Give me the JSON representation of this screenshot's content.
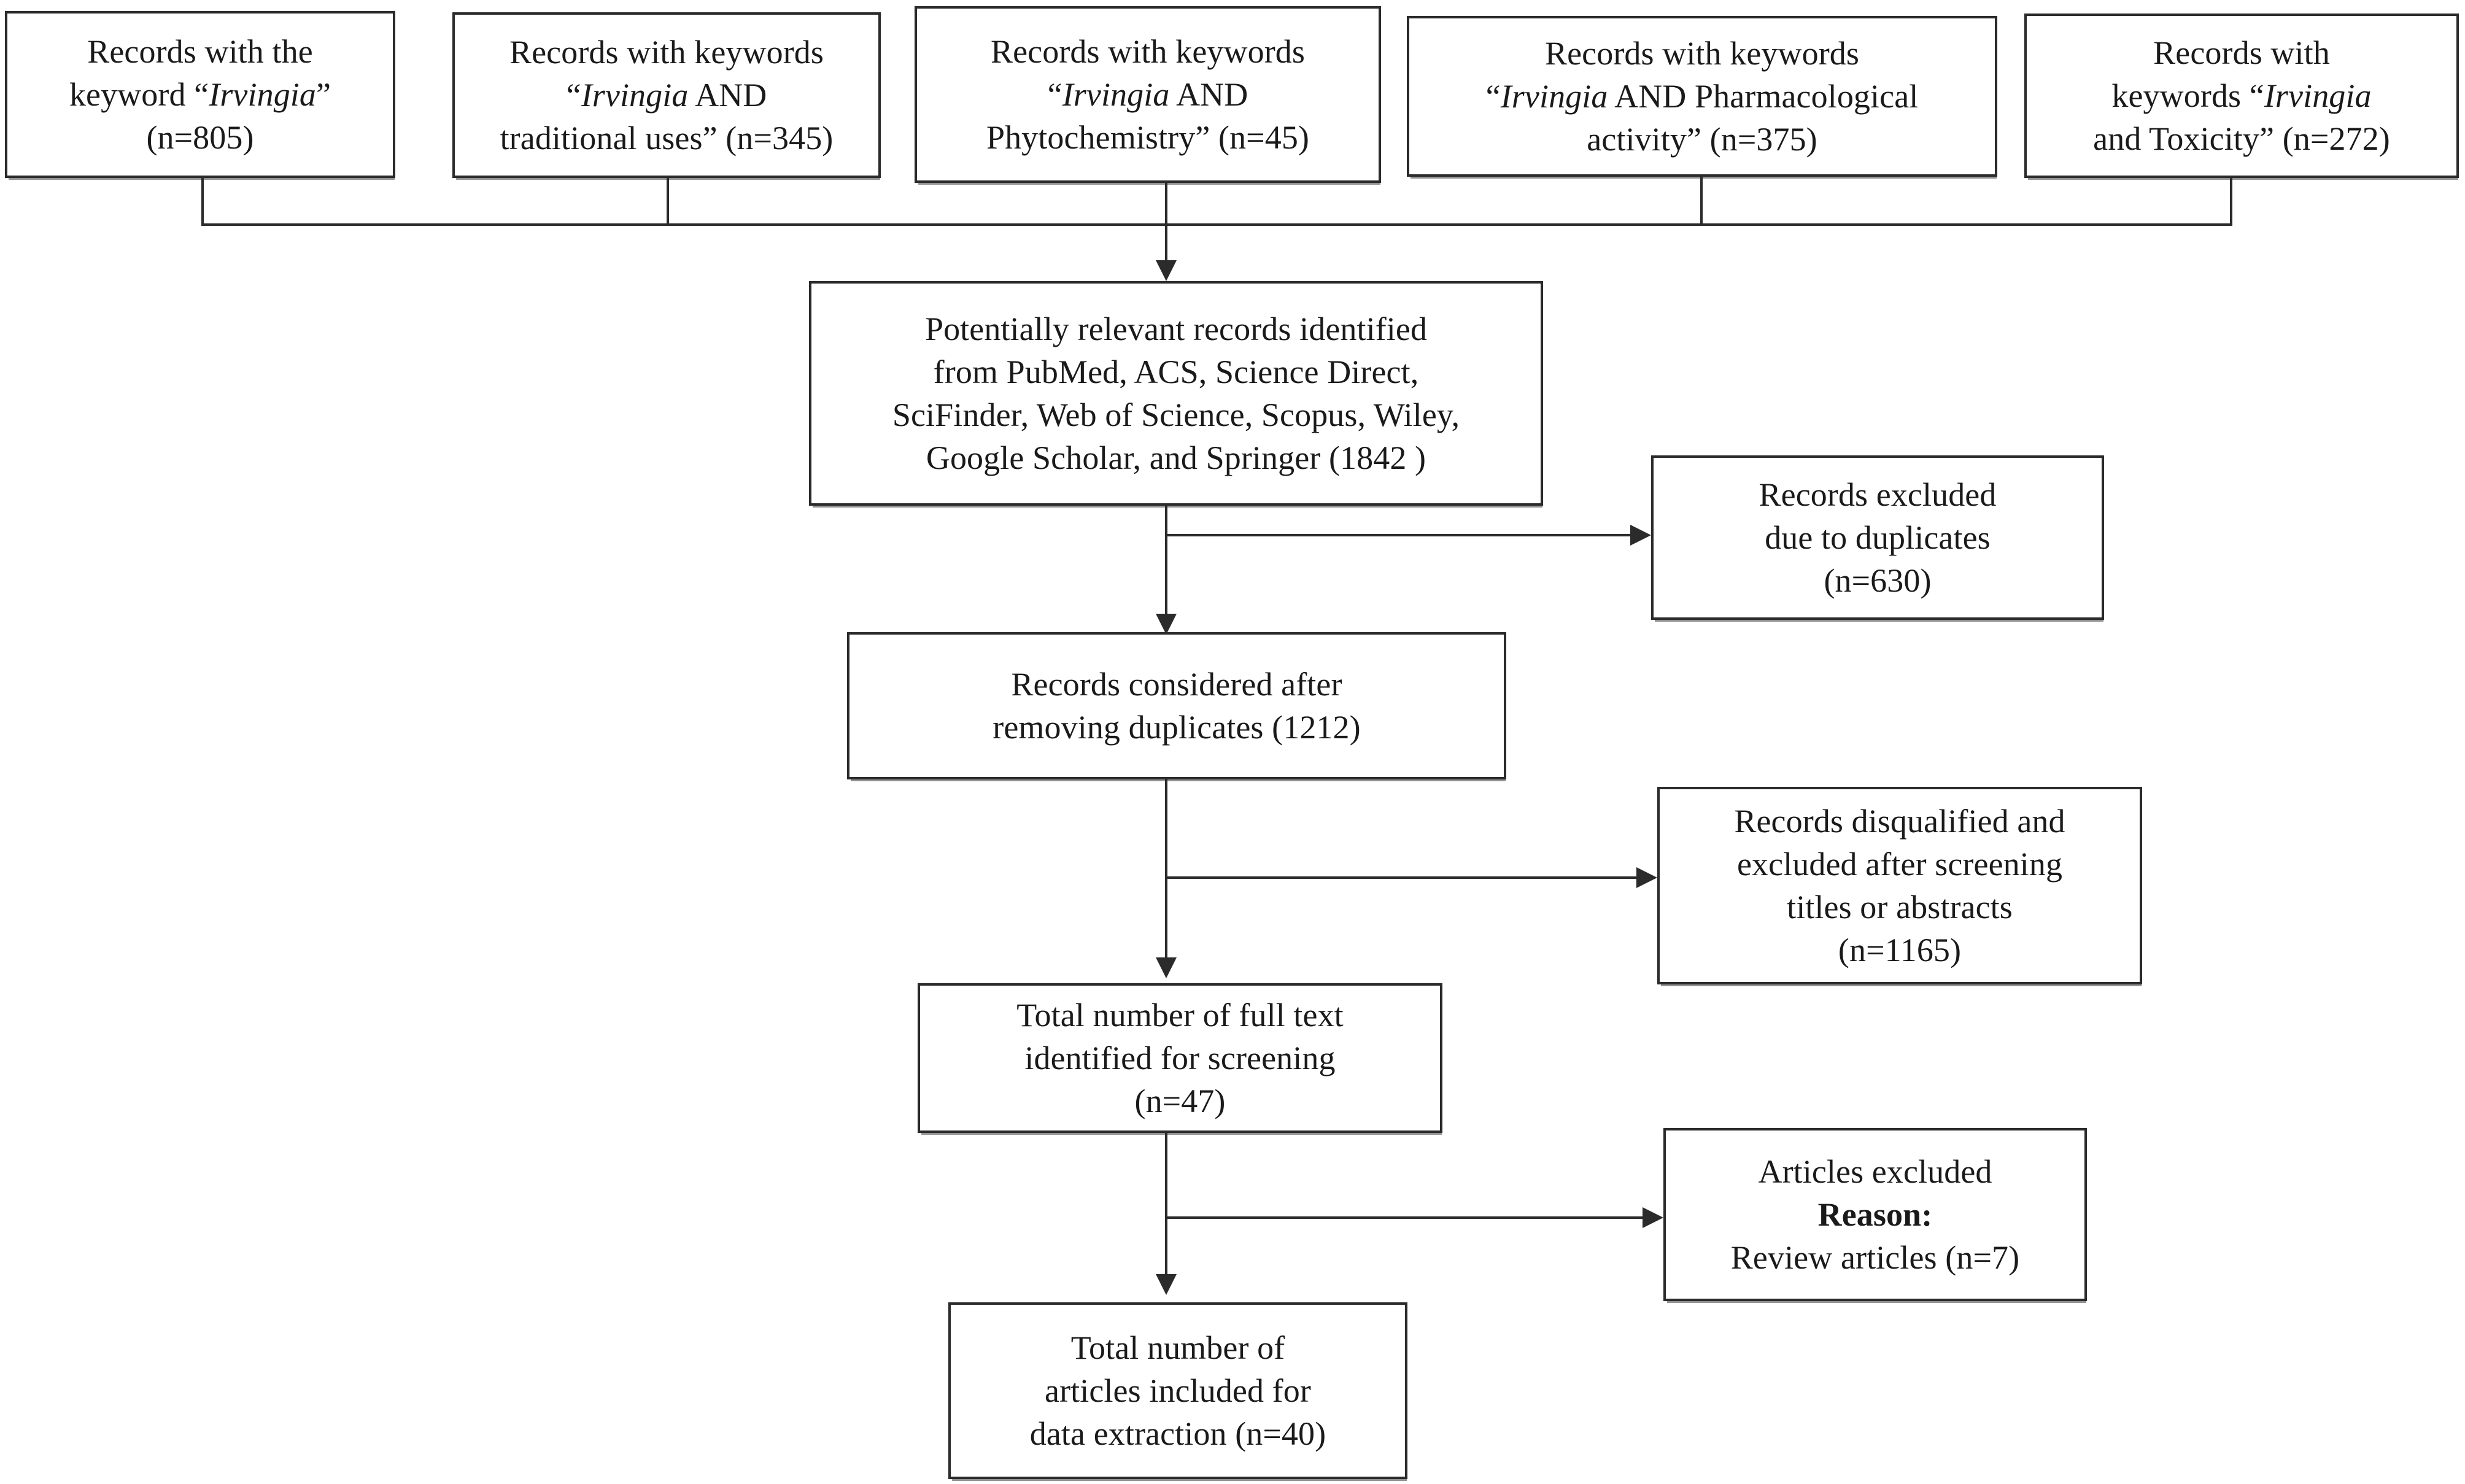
{
  "diagram": {
    "type": "prisma-flow-diagram",
    "title": "Literature search and screening flow for Irvingia",
    "line_color": "#2b2b2b",
    "background_color": "#ffffff",
    "text_color": "#1a1a1a"
  },
  "sources": [
    {
      "id": "source-irvingia",
      "line1": "Records with the",
      "line2_pre": "keyword “",
      "line2_italic": "Irvingia",
      "line2_post": "”",
      "line3": "(n=805)",
      "count": 805,
      "plain": "Records with the keyword “Irvingia” (n=805)"
    },
    {
      "id": "source-traditional-uses",
      "line1": "Records with keywords",
      "line2_pre": "“",
      "line2_italic": "Irvingia",
      "line2_post": " AND",
      "line3": "traditional uses” (n=345)",
      "count": 345,
      "plain": "Records with keywords “Irvingia AND traditional uses” (n=345)"
    },
    {
      "id": "source-phytochemistry",
      "line1": "Records with keywords",
      "line2_pre": "“",
      "line2_italic": "Irvingia",
      "line2_post": " AND",
      "line3": "Phytochemistry” (n=45)",
      "count": 45,
      "plain": "Records with keywords “Irvingia AND Phytochemistry” (n=45)"
    },
    {
      "id": "source-pharmacological-activity",
      "line1": "Records with keywords",
      "line2_pre": "“",
      "line2_italic": "Irvingia",
      "line2_post": " AND Pharmacological",
      "line3": "activity” (n=375)",
      "count": 375,
      "plain": "Records with keywords “Irvingia AND Pharmacological activity” (n=375)"
    },
    {
      "id": "source-toxicity",
      "line1": "Records with",
      "line2_pre": "keywords “",
      "line2_italic": "Irvingia",
      "line2_post": "",
      "line3": "and Toxicity” (n=272)",
      "count": 272,
      "plain": "Records with keywords “Irvingia and Toxicity” (n=272)"
    }
  ],
  "flow": {
    "identified": {
      "id": "node-identified",
      "line1": "Potentially relevant records identified",
      "line2": "from PubMed, ACS, Science Direct,",
      "line3": "SciFinder, Web of Science, Scopus, Wiley,",
      "line4": "Google Scholar, and Springer (1842 )",
      "count": 1842,
      "databases": [
        "PubMed",
        "ACS",
        "Science Direct",
        "SciFinder",
        "Web of Science",
        "Scopus",
        "Wiley",
        "Google Scholar",
        "Springer"
      ]
    },
    "excluded_duplicates": {
      "id": "node-excluded-duplicates",
      "line1": "Records excluded",
      "line2": "due to duplicates",
      "line3": "(n=630)",
      "count": 630
    },
    "after_duplicates": {
      "id": "node-after-duplicates",
      "line1": "Records considered after",
      "line2": "removing duplicates (1212)",
      "count": 1212
    },
    "disqualified": {
      "id": "node-disqualified",
      "line1": "Records disqualified and",
      "line2": "excluded after screening",
      "line3": "titles or abstracts",
      "line4": "(n=1165)",
      "count": 1165
    },
    "full_text": {
      "id": "node-full-text",
      "line1": "Total number of full text",
      "line2": "identified for screening",
      "line3": "(n=47)",
      "count": 47
    },
    "articles_excluded": {
      "id": "node-articles-excluded",
      "line1": "Articles excluded",
      "line2_bold": "Reason:",
      "line3": "Review articles (n=7)",
      "count": 7,
      "reason": "Review articles"
    },
    "included": {
      "id": "node-included",
      "line1": "Total number of",
      "line2": "articles included for",
      "line3": "data extraction (n=40)",
      "count": 40
    }
  }
}
